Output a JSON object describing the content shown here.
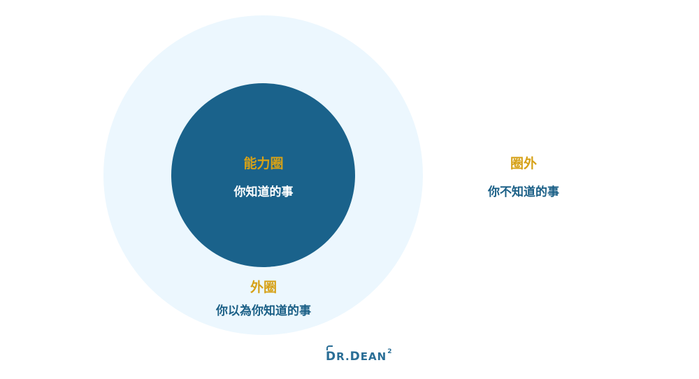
{
  "diagram": {
    "type": "concentric-circles",
    "inner_circle": {
      "title": "能力圈",
      "subtitle": "你知道的事",
      "color": "#1a628b"
    },
    "outer_ring": {
      "title": "外圈",
      "subtitle": "你以為你知道的事",
      "color": "#ecf7fe"
    },
    "outside": {
      "title": "圈外",
      "subtitle": "你不知道的事"
    },
    "accent_title_color": "#d6a117",
    "text_dark_color": "#1a5f86"
  },
  "logo": {
    "text_first": "D",
    "text_rest": "R.",
    "text_second": "D",
    "text_rest2": "EAN",
    "superscript": "2"
  }
}
